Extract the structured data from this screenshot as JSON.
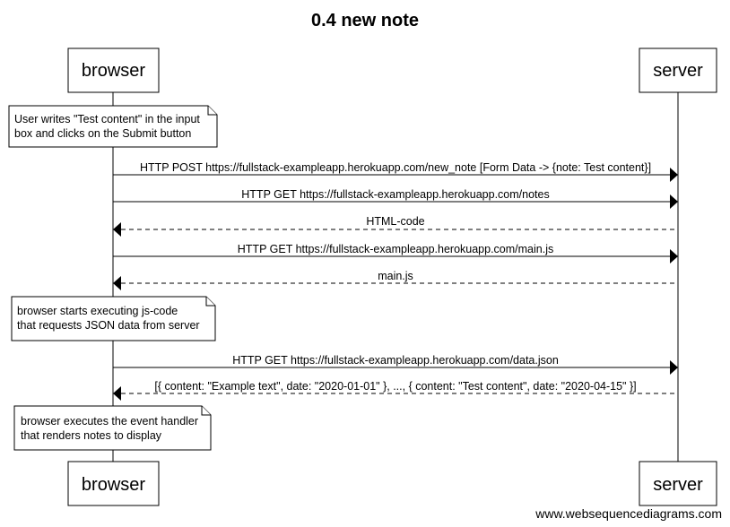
{
  "title": "0.4 new note",
  "participants": [
    "browser",
    "server"
  ],
  "notes": [
    [
      "User writes \"Test content\" in the input",
      "box and clicks on the Submit button"
    ],
    [
      "browser starts executing js-code",
      "that requests JSON data from server"
    ],
    [
      "browser executes the event handler",
      "that renders notes to display"
    ]
  ],
  "messages": [
    {
      "label": "HTTP POST https://fullstack-exampleapp.herokuapp.com/new_note [Form Data -> {note: Test content}]",
      "from": "browser",
      "to": "server",
      "style": "solid"
    },
    {
      "label": "HTTP GET https://fullstack-exampleapp.herokuapp.com/notes",
      "from": "browser",
      "to": "server",
      "style": "solid"
    },
    {
      "label": "HTML-code",
      "from": "server",
      "to": "browser",
      "style": "dashed"
    },
    {
      "label": "HTTP GET https://fullstack-exampleapp.herokuapp.com/main.js",
      "from": "browser",
      "to": "server",
      "style": "solid"
    },
    {
      "label": "main.js",
      "from": "server",
      "to": "browser",
      "style": "dashed"
    },
    {
      "label": "HTTP GET https://fullstack-exampleapp.herokuapp.com/data.json",
      "from": "browser",
      "to": "server",
      "style": "solid"
    },
    {
      "label": "[{ content: \"Example text\", date: \"2020-01-01\" }, ..., { content: \"Test content\", date: \"2020-04-15\" }]",
      "from": "server",
      "to": "browser",
      "style": "dashed"
    }
  ],
  "watermark": "www.websequencediagrams.com"
}
